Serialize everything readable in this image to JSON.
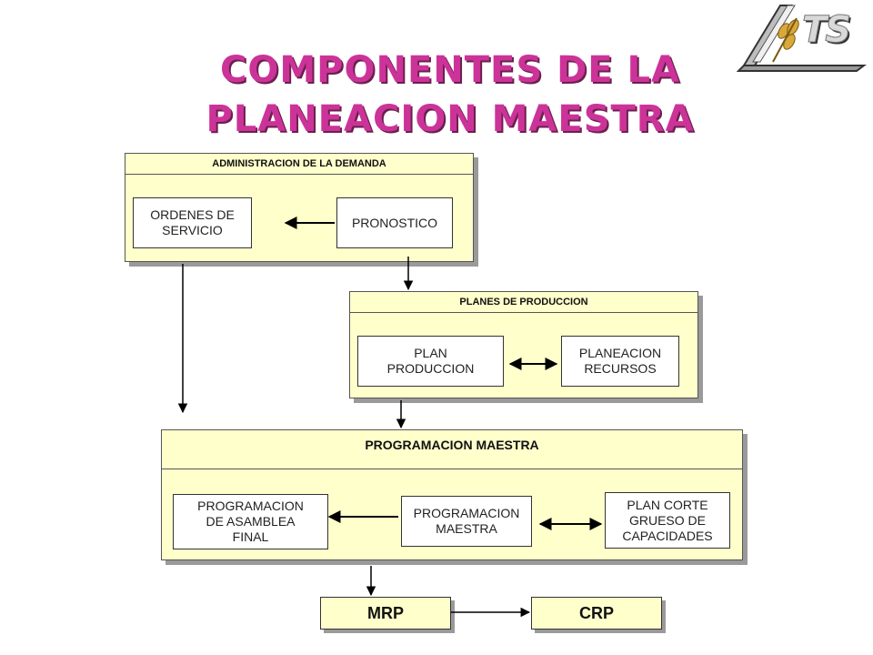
{
  "title": {
    "line1": "COMPONENTES DE LA",
    "line2": "PLANEACION MAESTRA"
  },
  "logo": {
    "text": "TS"
  },
  "colors": {
    "title": "#cc3399",
    "panel_fill": "#ffffcc",
    "box_fill": "#ffffff",
    "shadow": "#9a9a9a"
  },
  "diagram": {
    "demand_panel": {
      "header": "ADMINISTRACION  DE LA DEMANDA",
      "orders": "ORDENES DE\nSERVICIO",
      "forecast": "PRONOSTICO"
    },
    "production_panel": {
      "header": "PLANES DE PRODUCCION",
      "production_plan": "PLAN\nPRODUCCION",
      "resource_planning": "PLANEACION\nRECURSOS"
    },
    "master_panel": {
      "header": "PROGRAMACION MAESTRA",
      "final_assembly": "PROGRAMACION\nDE ASAMBLEA\nFINAL",
      "master_schedule": "PROGRAMACION\nMAESTRA",
      "rough_cut": "PLAN CORTE\nGRUESO DE\nCAPACIDADES"
    },
    "mrp": "MRP",
    "crp": "CRP"
  }
}
